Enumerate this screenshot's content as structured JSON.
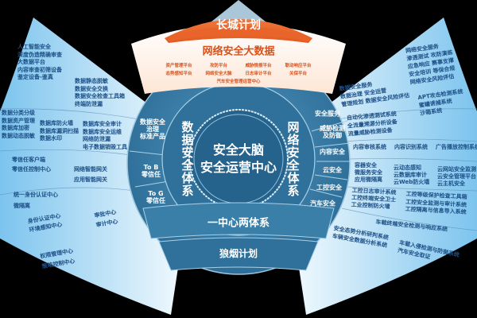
{
  "colors": {
    "orange": "#ec6a2c",
    "wheel_blue": "#3a7fa8",
    "fan_blue": "#9fd4f2",
    "text_blue": "#1d4f86"
  },
  "top": {
    "title": "长城计划",
    "subtitle": "网络安全大数据",
    "platforms": [
      "资产管理平台",
      "攻防平台",
      "威胁情报平台",
      "联动响应平台",
      "态势感知平台",
      "网络安全大脑",
      "日志审计平台",
      "关保平台",
      "汽车安全管理运营中心"
    ]
  },
  "center": {
    "line1": "安全大脑",
    "line2": "安全运营中心"
  },
  "data_system": {
    "title": "数据安全体系",
    "segments": [
      [
        "数据安全",
        "治理",
        "标准产品"
      ],
      [
        "To B",
        "零信任"
      ],
      [
        "To G",
        "零信任"
      ]
    ]
  },
  "network_system": {
    "title": "网络安全体系",
    "segments": [
      [
        "安全服务"
      ],
      [
        "威胁检测",
        "及防御"
      ],
      [
        "内容安全"
      ],
      [
        "云安全"
      ],
      [
        "工控安全"
      ],
      [
        "汽车安全"
      ]
    ]
  },
  "band": "一中心两体系",
  "bottom": "狼烟计划",
  "left_fan": {
    "groups": [
      [
        "人工智能安全",
        "深度伪造精确审查",
        "大数据平台",
        "内容审查初筛设备",
        "鉴定设备-鉴真"
      ],
      [
        "数据静态脱敏",
        "数据安全交换",
        "数据安全检查工具箱",
        "终端防泄漏"
      ],
      [
        "数据分类分级",
        "数据资产管理",
        "数据库加密",
        "数据动态脱敏"
      ],
      [
        "数据库防火墙",
        "数据库漏洞扫描",
        "数据水印"
      ],
      [
        "数据库安全审计",
        "数据库安全运维",
        "网络防泄漏",
        "电子数据销毁工具"
      ],
      [
        "零信任客户端",
        "零信任控制中心"
      ],
      [
        "网络智能网关",
        "应用智能网关"
      ],
      [
        "统一身份认证中心",
        "微隔离"
      ],
      [
        "身份认证中心",
        "环境感知中心"
      ],
      [
        "审批中心",
        "审计中心"
      ],
      [
        "权限管理中心",
        "策略控制中心"
      ]
    ]
  },
  "right_fan": {
    "groups": [
      [
        "网络安全服务",
        "渗透测试  攻防演练",
        "应急响应  赛事支撑",
        "安全培训  等保合规",
        "网络安全风险评估"
      ],
      [
        "数据安全服务",
        "数据治理  安全运营",
        "管理规划  数据安全风险评估"
      ],
      [
        "APT攻击检测系统",
        "蜜罐诱捕系统",
        "沙箱系统"
      ],
      [
        "自动化渗透测试系统",
        "全流量溯源分析设备",
        "流量威胁检测设备"
      ],
      [
        "内容审核系统"
      ],
      [
        "内容识别系统"
      ],
      [
        "广告播放控制系统"
      ],
      [
        "容器安全",
        "微服务安全",
        "应用微隔离"
      ],
      [
        "云动态感知",
        "云数据库审计",
        "云Web防火墙"
      ],
      [
        "云网站安全监测",
        "云安全管理平台",
        "云主机安全"
      ],
      [
        "工控日志审计系统",
        "工控终端安全卫士",
        "工业控制防火墙"
      ],
      [
        "工控等级保护检查工具箱",
        "工控安全监测与审计系统",
        "工控隔离与信息导入系统"
      ],
      [
        "车载终端安全检测与响应系统"
      ],
      [
        "安全态势分析研判系统",
        "车辆安全数据分析系统"
      ],
      [
        "车载入侵检测与防御系统",
        "汽车安全取证"
      ]
    ]
  }
}
